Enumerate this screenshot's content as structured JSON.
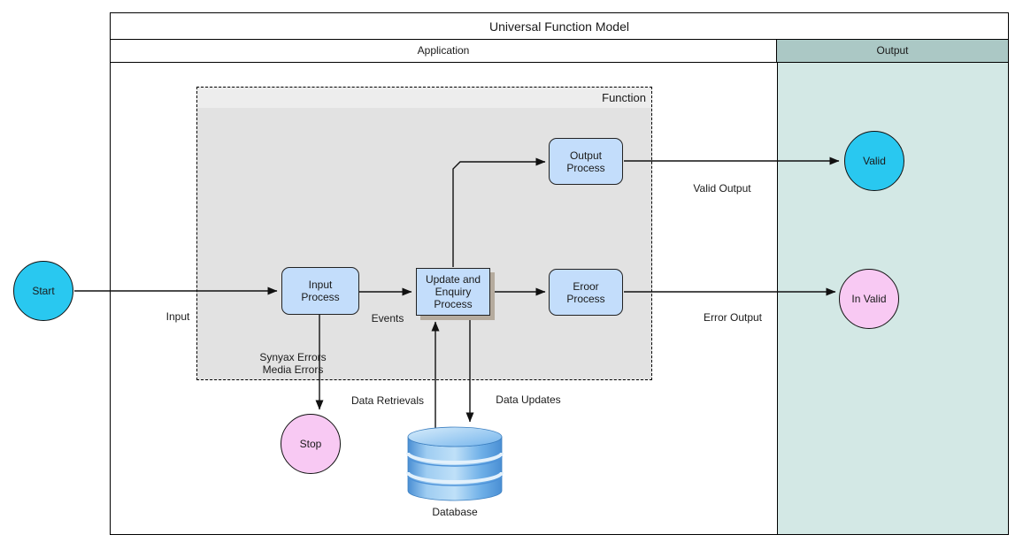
{
  "title": "Universal Function Model",
  "lanes": {
    "application": "Application",
    "output": "Output"
  },
  "function_group": {
    "label": "Function"
  },
  "nodes": {
    "start": "Start",
    "input_process": "Input\nProcess",
    "update_process": "Update and\nEnquiry\nProcess",
    "output_process": "Output\nProcess",
    "error_process": "Eroor\nProcess",
    "valid": "Valid",
    "invalid": "In Valid",
    "stop": "Stop",
    "database": "Database"
  },
  "edge_labels": {
    "input": "Input",
    "events": "Events",
    "valid_output": "Valid Output",
    "error_output": "Error Output",
    "syntax_media_errors": "Synyax Errors\nMedia Errors",
    "data_retrievals": "Data Retrievals",
    "data_updates": "Data Updates"
  },
  "colors": {
    "start_fill": "#29C8F0",
    "terminal_pink": "#F8C9F3",
    "process_fill": "#C3DDFB",
    "process_border": "#222222",
    "lane_header_teal": "#ABC8C5",
    "lane_body_teal": "#D3E8E5",
    "function_body": "#E2E2E2",
    "function_header": "#EDEDED",
    "update_shadow": "#B5AB9E",
    "db_blue_dark": "#4A8FD4",
    "db_blue_light": "#BFE0F8"
  }
}
